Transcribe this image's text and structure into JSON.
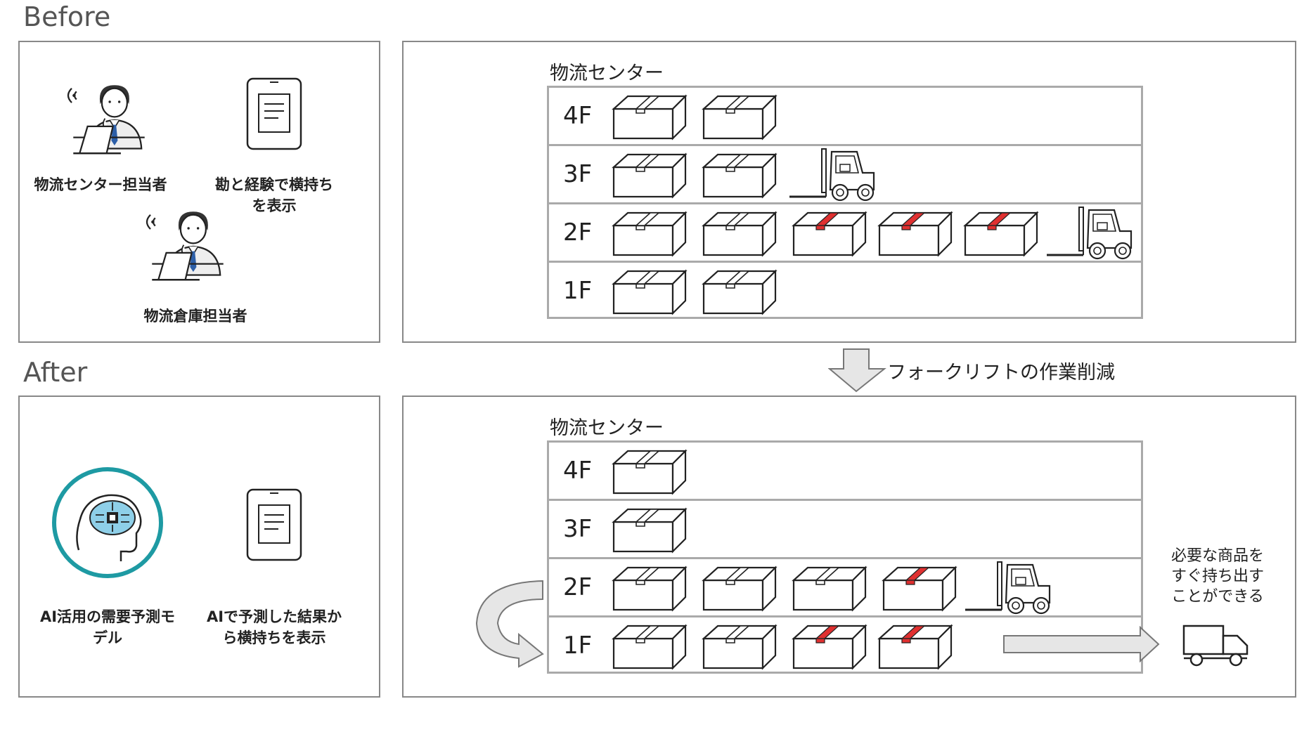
{
  "before": {
    "title": "Before",
    "left": {
      "manager_label": "物流センター担当者",
      "tablet_label": "勘と経験で横持ちを表示",
      "warehouse_label": "物流倉庫担当者"
    },
    "center": {
      "title": "物流センター",
      "floors": [
        {
          "label": "4F",
          "normal": 2,
          "red": 0,
          "forklift": false
        },
        {
          "label": "3F",
          "normal": 2,
          "red": 0,
          "forklift": true
        },
        {
          "label": "2F",
          "normal": 2,
          "red": 3,
          "forklift": true
        },
        {
          "label": "1F",
          "normal": 2,
          "red": 0,
          "forklift": false
        }
      ]
    }
  },
  "transition": {
    "label": "フォークリフトの作業削減"
  },
  "after": {
    "title": "After",
    "left": {
      "ai_label": "AI活用の需要予測モデル",
      "tablet_label": "AIで予測した結果から横持ちを表示"
    },
    "center": {
      "title": "物流センター",
      "floors": [
        {
          "label": "4F",
          "normal": 1,
          "red": 0,
          "forklift": false
        },
        {
          "label": "3F",
          "normal": 1,
          "red": 0,
          "forklift": false
        },
        {
          "label": "2F",
          "normal": 3,
          "red": 1,
          "forklift": true
        },
        {
          "label": "1F",
          "normal": 2,
          "red": 2,
          "forklift": false
        }
      ]
    },
    "right": {
      "text_line1": "必要な商品を",
      "text_line2": "すぐ持ち出す",
      "text_line3": "ことができる"
    }
  },
  "colors": {
    "tape_red": "#e03030",
    "ai_ring": "#1e9aa3",
    "ai_brain": "#8ecfe8",
    "tie_blue": "#2d5fa8"
  },
  "icons": [
    "person-at-laptop-icon",
    "tablet-document-icon",
    "ai-head-brain-icon",
    "box-icon",
    "forklift-icon",
    "truck-icon",
    "down-arrow-icon",
    "curved-arrow-icon",
    "right-arrow-icon"
  ]
}
